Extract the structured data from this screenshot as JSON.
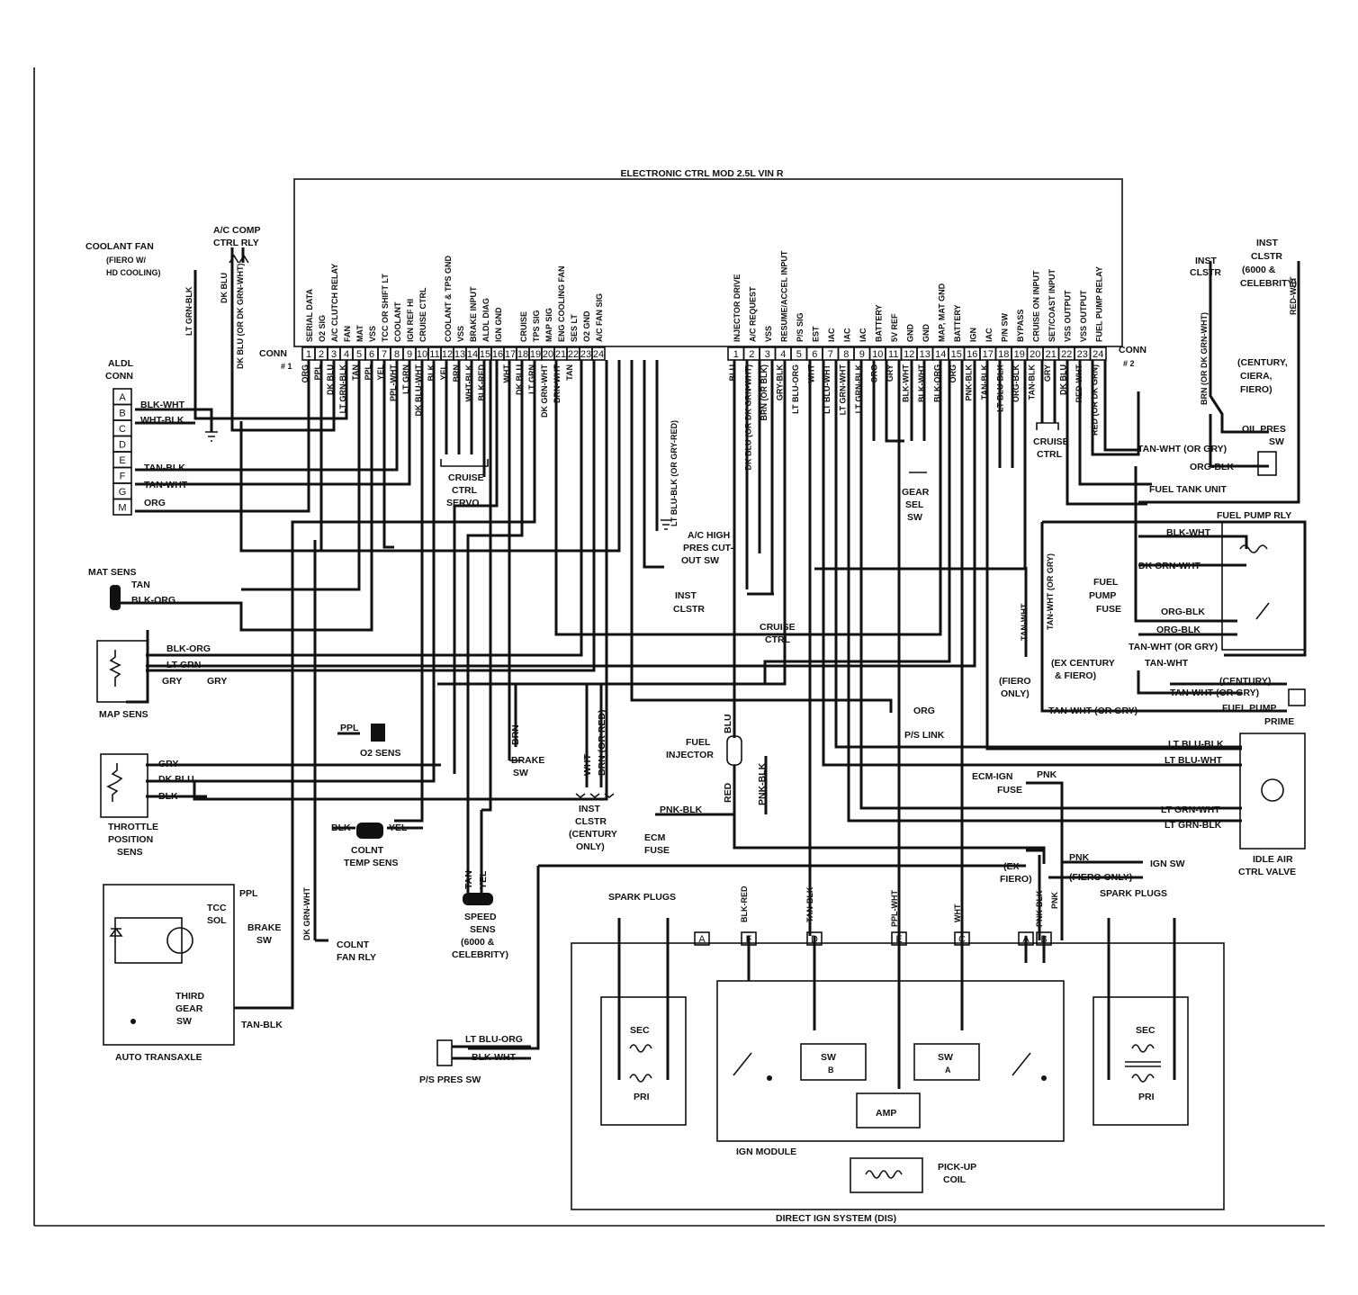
{
  "ecm": {
    "title": "ELECTRONIC CTRL MOD 2.5L VIN R",
    "conn1_label": "CONN",
    "conn1_num": "# 1",
    "conn2_label": "CONN",
    "conn2_num": "# 2",
    "conn1_functions": [
      "SERIAL DATA",
      "O2 SIG",
      "A/C CLUTCH RELAY",
      "FAN",
      "MAT",
      "VSS",
      "TCC OR SHIFT LT",
      "COOLANT",
      "IGN REF HI",
      "CRUISE CTRL",
      "",
      "COOLANT & TPS GND",
      "VSS",
      "BRAKE INPUT",
      "ALDL DIAG",
      "IGN GND",
      "",
      "CRUISE",
      "TPS SIG",
      "MAP SIG",
      "ENG COOLING FAN",
      "SES LT",
      "O2 GND",
      "A/C FAN SIG"
    ],
    "conn2_functions": [
      "INJECTOR DRIVE",
      "A/C REQUEST",
      "VSS",
      "RESUME/ACCEL INPUT",
      "P/S SIG",
      "EST",
      "IAC",
      "IAC",
      "IAC",
      "BATTERY",
      "5V REF",
      "GND",
      "GND",
      "MAP, MAT GND",
      "BATTERY",
      "IGN",
      "IAC",
      "P/N SW",
      "BYPASS",
      "CRUISE ON INPUT",
      "SET/COAST INPUT",
      "VSS OUTPUT",
      "VSS OUTPUT",
      "FUEL PUMP RELAY"
    ],
    "conn1_wires": [
      "ORG",
      "PPL",
      "DK BLU",
      "LT GRN-BLK",
      "TAN",
      "PPL",
      "YEL",
      "PPL-WHT",
      "LT GRN",
      "DK BLU-WHT",
      "BLK",
      "YEL",
      "BRN",
      "WHT-BLK",
      "BLK-RED",
      "",
      "WHT",
      "DK BLU",
      "LT GRN",
      "DK GRN-WHT",
      "BRN-WHT",
      "TAN",
      "",
      ""
    ],
    "conn2_wires": [
      "BLU",
      "DK BLU (OR DK GRN-WHT)",
      "BRN (OR BLK)",
      "GRY-BLK",
      "LT BLU-ORG",
      "WHT",
      "LT BLU-WHT",
      "LT GRN-WHT",
      "LT GRN-BLK",
      "ORG",
      "GRY",
      "BLK-WHT",
      "BLK-WHT",
      "BLK-ORG",
      "ORG",
      "PNK-BLK",
      "TAN-BLK",
      "LT BLU-BLK",
      "ORG-BLK",
      "TAN-BLK",
      "GRY",
      "DK BLU",
      "RED-WHT",
      "RED (OR DK GRN)"
    ]
  },
  "pins": [
    "1",
    "2",
    "3",
    "4",
    "5",
    "6",
    "7",
    "8",
    "9",
    "10",
    "11",
    "12",
    "13",
    "14",
    "15",
    "16",
    "17",
    "18",
    "19",
    "20",
    "21",
    "22",
    "23",
    "24"
  ],
  "components": {
    "coolant_fan": [
      "COOLANT FAN",
      "(FIERO W/",
      "HD COOLING)"
    ],
    "ac_comp": [
      "A/C COMP",
      "CTRL RLY"
    ],
    "aldl": [
      "ALDL",
      "CONN"
    ],
    "aldl_pins": [
      "A",
      "B",
      "C",
      "D",
      "E",
      "F",
      "G",
      "M"
    ],
    "aldl_wires": [
      "BLK-WHT",
      "WHT-BLK",
      "TAN-BLK",
      "TAN-WHT",
      "ORG"
    ],
    "mat_sens": "MAT SENS",
    "map_sens": "MAP SENS",
    "o2_sens": "O2 SENS",
    "throttle": [
      "THROTTLE",
      "POSITION",
      "SENS"
    ],
    "colnt_temp": [
      "COLNT",
      "TEMP SENS"
    ],
    "speed_sens": [
      "SPEED",
      "SENS",
      "(6000 &",
      "CELEBRITY)"
    ],
    "cruise_servo": [
      "CRUISE",
      "CTRL",
      "SERVO"
    ],
    "ac_high": [
      "A/C HIGH",
      "PRES CUT-",
      "OUT SW"
    ],
    "inst_clstr": [
      "INST",
      "CLSTR"
    ],
    "inst_clstr_century": [
      "INST",
      "CLSTR",
      "(CENTURY",
      "ONLY)"
    ],
    "cruise_ctrl": [
      "CRUISE",
      "CTRL"
    ],
    "brake_sw": [
      "BRAKE",
      "SW"
    ],
    "fuel_injector": [
      "FUEL",
      "INJECTOR"
    ],
    "ecm_fuse": [
      "ECM",
      "FUSE"
    ],
    "ps_link": "P/S LINK",
    "gear_sel": [
      "GEAR",
      "SEL",
      "SW"
    ],
    "cruise_ctrl2": [
      "CRUISE",
      "CTRL"
    ],
    "inst_clstr_r1": [
      "INST",
      "CLSTR"
    ],
    "inst_clstr_r2": [
      "INST",
      "CLSTR",
      "(6000 &",
      "CELEBRITY)"
    ],
    "century_note": [
      "(CENTURY,",
      "CIERA,",
      "FIERO)"
    ],
    "oil_pres": [
      "OIL PRES",
      "SW"
    ],
    "fuel_tank": "FUEL TANK UNIT",
    "fuel_pump_rly": "FUEL PUMP RLY",
    "fuel_pump_fuse": [
      "FUEL",
      "PUMP",
      "FUSE"
    ],
    "ex_century": [
      "(EX CENTURY",
      "& FIERO)"
    ],
    "century": "(CENTURY)",
    "fiero_only": [
      "(FIERO",
      "ONLY)"
    ],
    "fuel_pump_prime": [
      "FUEL PUMP",
      "PRIME"
    ],
    "idle_air": [
      "IDLE AIR",
      "CTRL VALVE"
    ],
    "ecm_ign_fuse": [
      "ECM-IGN",
      "FUSE"
    ],
    "ex_fiero": [
      "(EX",
      "FIERO)"
    ],
    "fiero_only2": "(FIERO ONLY)",
    "ign_sw": "IGN SW",
    "spark_plugs_l": "SPARK PLUGS",
    "spark_plugs_r": "SPARK PLUGS",
    "auto_transaxle": "AUTO TRANSAXLE",
    "tcc_sol": [
      "TCC",
      "SOL"
    ],
    "third_gear": [
      "THIRD",
      "GEAR",
      "SW"
    ],
    "brake_sw2": [
      "BRAKE",
      "SW"
    ],
    "colnt_fan_rly": [
      "COLNT",
      "FAN RLY"
    ],
    "ps_pres_sw": "P/S PRES SW",
    "dis": "DIRECT IGN SYSTEM (DIS)",
    "ign_module": "IGN MODULE",
    "pickup_coil": [
      "PICK-UP",
      "COIL"
    ],
    "amp": "AMP",
    "sw_b": [
      "SW",
      "B"
    ],
    "sw_a": [
      "SW",
      "A"
    ],
    "sec": "SEC",
    "pri": "PRI",
    "dis_terms": [
      "A",
      "F",
      "D",
      "E",
      "C",
      "A",
      "B"
    ]
  },
  "wire_labels": {
    "mat": [
      "TAN",
      "BLK-ORG"
    ],
    "map": [
      "BLK-ORG",
      "LT GRN",
      "GRY",
      "GRY"
    ],
    "tps": [
      "GRY",
      "DK BLU",
      "BLK"
    ],
    "o2": "PPL",
    "colnt": [
      "BLK",
      "YEL"
    ],
    "speed": [
      "TAN",
      "YEL"
    ],
    "brake": "BRN",
    "inst_c": [
      "WHT",
      "BRN (OR RED)"
    ],
    "ac_high": "LT BLU-BLK (OR GRY-RED)",
    "injector": [
      "BLU",
      "RED",
      "PNK-BLK",
      "PNK-BLK"
    ],
    "ps_link": "ORG",
    "tcc": [
      "PPL",
      "TAN-BLK"
    ],
    "colnt_fan": "DK GRN-WHT",
    "ps_pres": [
      "LT BLU-ORG",
      "BLK-WHT"
    ],
    "idle": [
      "LT BLU-BLK",
      "LT BLU-WHT",
      "LT GRN-WHT",
      "LT GRN-BLK"
    ],
    "pnk": [
      "PNK",
      "PNK",
      "PNK-BLK",
      "PNK"
    ],
    "dis_wires": [
      "BLK-RED",
      "TAN-BLK",
      "PPL-WHT",
      "WHT"
    ],
    "right": [
      "TAN-WHT (OR GRY)",
      "ORG-BLK",
      "BLK-WHT",
      "DK GRN-WHT",
      "ORG-BLK",
      "ORG-BLK",
      "TAN-WHT (OR GRY)",
      "TAN-WHT",
      "TAN-WHT (OR GRY)",
      "TAN-WHT (OR GRY)",
      "TAN-WHT",
      "TAN-WHT (OR GRY)",
      "BRN (OR DK GRN-WHT)",
      "RED-WHT"
    ],
    "left_vert": [
      "LT GRN-BLK",
      "DK BLU",
      "DK BLU (OR DK GRN-WHT)"
    ],
    "cruise_right": [
      "GRY",
      "DK BLU"
    ]
  }
}
